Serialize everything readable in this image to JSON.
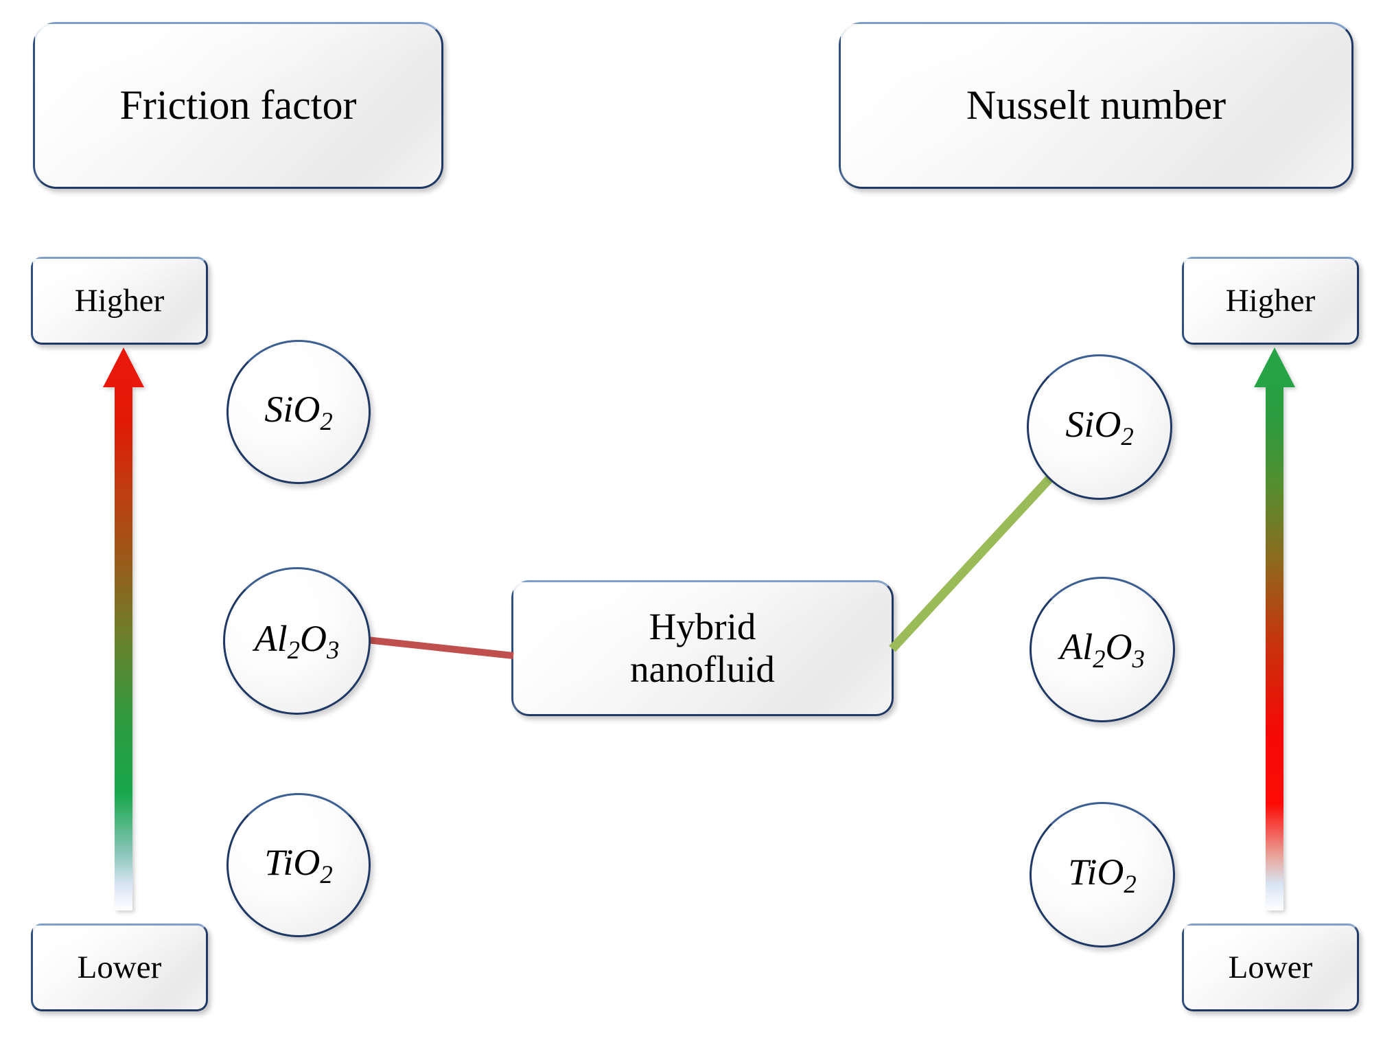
{
  "diagram": {
    "title_left": "Friction factor",
    "title_right": "Nusselt number",
    "center_line1": "Hybrid",
    "center_line2": "nanofluid"
  },
  "left_branch": {
    "header": "Friction factor",
    "scale_high": "Higher",
    "scale_low": "Lower",
    "nanoparticles": [
      {
        "base": "SiO",
        "sub": "2"
      },
      {
        "base": "Al",
        "sub": "2",
        "base2": "O",
        "sub2": "3"
      },
      {
        "base": "TiO",
        "sub": "2"
      }
    ],
    "arrow": {
      "name": "friction-factor-gradient-arrow",
      "direction": "up",
      "color_top": "#e8180a",
      "color_bottom": "#17a74a"
    }
  },
  "right_branch": {
    "header": "Nusselt number",
    "scale_high": "Higher",
    "scale_low": "Lower",
    "nanoparticles": [
      {
        "base": "SiO",
        "sub": "2"
      },
      {
        "base": "Al",
        "sub": "2",
        "base2": "O",
        "sub2": "3"
      },
      {
        "base": "TiO",
        "sub": "2"
      }
    ],
    "arrow": {
      "name": "nusselt-number-gradient-arrow",
      "direction": "up",
      "color_top": "#26a344",
      "color_bottom": "#fc0c06"
    }
  },
  "circles": {
    "left_sio2": {
      "base": "SiO",
      "sub": "2"
    },
    "left_al2o3": {
      "a": "Al",
      "a_sub": "2",
      "b": "O",
      "b_sub": "3"
    },
    "left_tio2": {
      "base": "TiO",
      "sub": "2"
    },
    "right_sio2": {
      "base": "SiO",
      "sub": "2"
    },
    "right_al2o3": {
      "a": "Al",
      "a_sub": "2",
      "b": "O",
      "b_sub": "3"
    },
    "right_tio2": {
      "base": "TiO",
      "sub": "2"
    }
  },
  "connectors": [
    {
      "name": "al2o3-to-hybrid-connector",
      "color": "#c0504d",
      "from": "left-al2o3-circle",
      "to": "hybrid-nanofluid-box"
    },
    {
      "name": "hybrid-to-sio2-connector",
      "color": "#9bbb59",
      "from": "hybrid-nanofluid-box",
      "to": "right-sio2-circle"
    }
  ],
  "colors": {
    "box_border": "#1f3864",
    "connector_red": "#c0504d",
    "connector_green": "#9bbb59",
    "arrow_red": "#e8180a",
    "arrow_green": "#17a74a"
  }
}
